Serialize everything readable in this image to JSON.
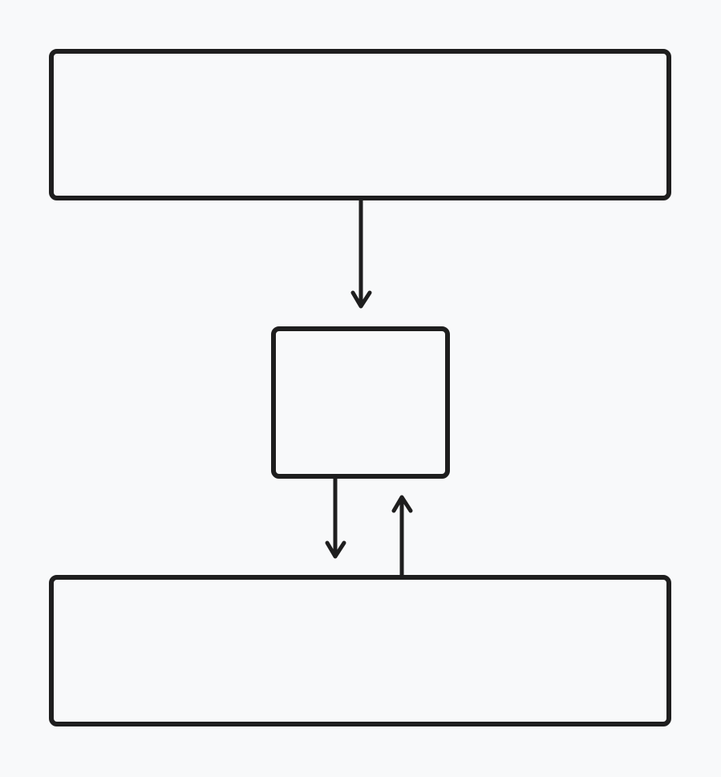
{
  "diagram": {
    "nodes": {
      "top": {
        "label": ""
      },
      "middle": {
        "label": ""
      },
      "bottom": {
        "label": ""
      }
    },
    "edges": [
      {
        "from": "top",
        "to": "middle"
      },
      {
        "from": "middle",
        "to": "bottom"
      },
      {
        "from": "bottom",
        "to": "middle"
      }
    ],
    "colors": {
      "background": "#f8f9fa",
      "stroke": "#1e1e1e"
    }
  }
}
